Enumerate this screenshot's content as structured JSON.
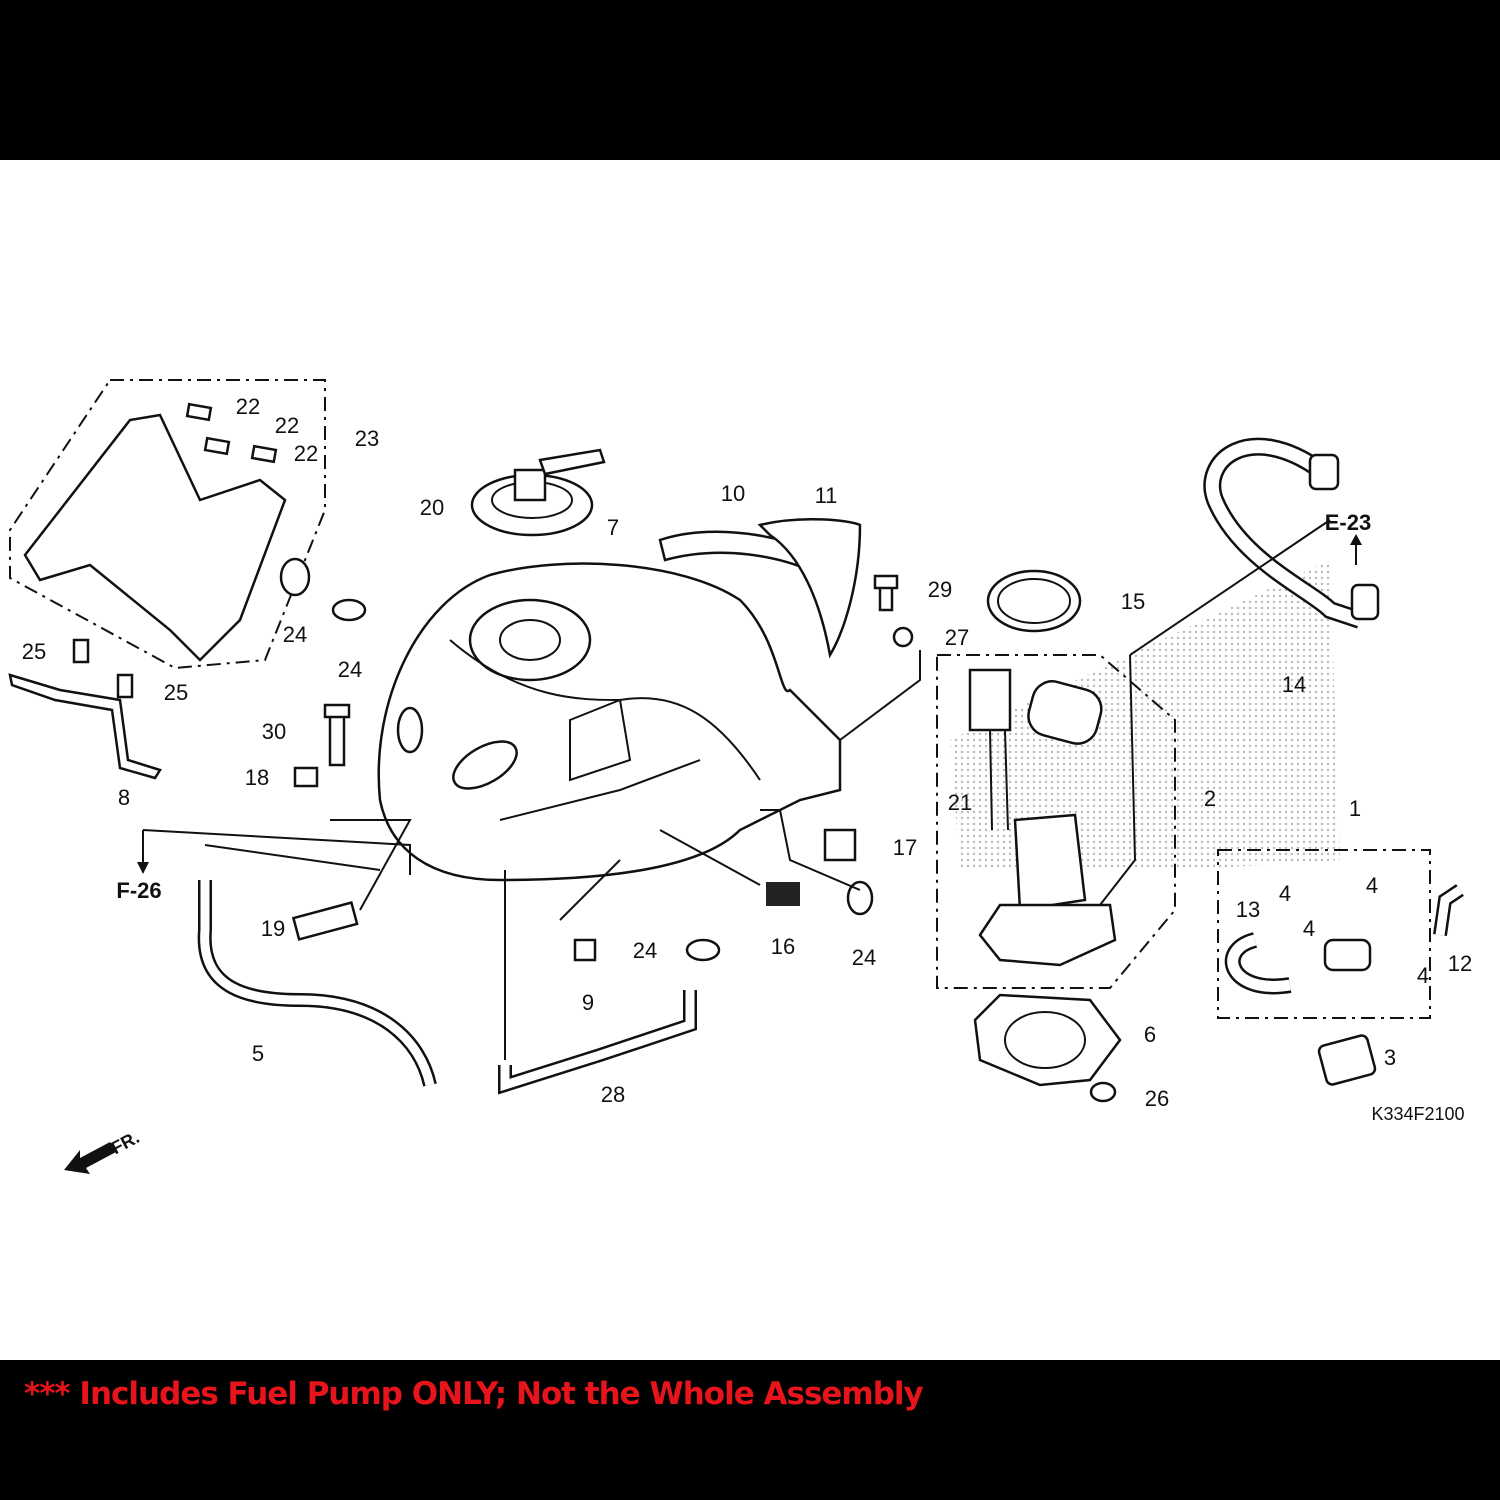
{
  "diagram": {
    "code": "K334F2100",
    "front_marker": "FR.",
    "ref_e": "E-23",
    "ref_f": "F-26",
    "callouts": [
      "22",
      "22",
      "22",
      "23",
      "24",
      "24",
      "25",
      "25",
      "8",
      "30",
      "18",
      "20",
      "7",
      "10",
      "11",
      "29",
      "27",
      "15",
      "14",
      "2",
      "21",
      "17",
      "1",
      "4",
      "4",
      "4",
      "4",
      "13",
      "12",
      "16",
      "24",
      "24",
      "9",
      "19",
      "5",
      "28",
      "6",
      "3",
      "26"
    ]
  },
  "banner": {
    "text": "*** Includes Fuel Pump ONLY; Not the Whole Assembly",
    "color": "#e8141b"
  },
  "colors": {
    "frame": "#000000",
    "canvas": "#ffffff",
    "ink": "#111111"
  }
}
